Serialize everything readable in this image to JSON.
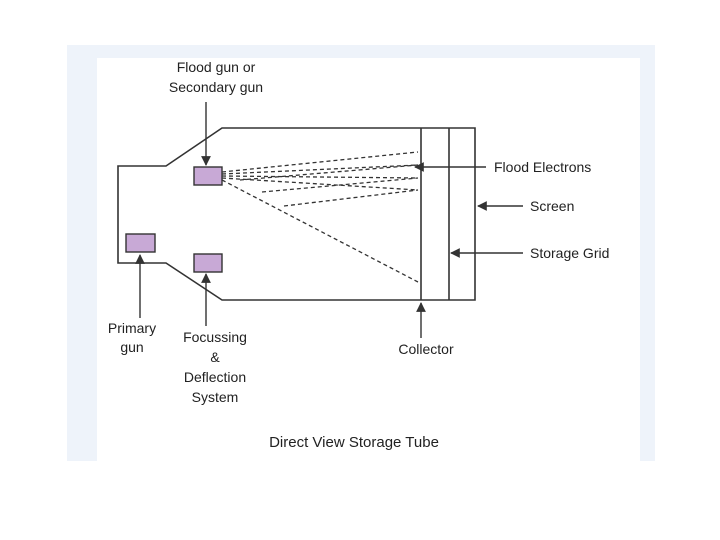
{
  "diagram": {
    "title": "Direct View Storage Tube",
    "labels": {
      "flood_gun_line1": "Flood gun or",
      "flood_gun_line2": "Secondary gun",
      "flood_electrons": "Flood Electrons",
      "screen": "Screen",
      "storage_grid": "Storage Grid",
      "primary_line1": "Primary",
      "primary_line2": "gun",
      "focus_line1": "Focussing",
      "focus_line2": "&",
      "focus_line3": "Deflection",
      "focus_line4": "System",
      "collector": "Collector"
    },
    "colors": {
      "gun_fill": "#c8a9d6",
      "line": "#333333",
      "panel": "#eef3fa"
    }
  }
}
